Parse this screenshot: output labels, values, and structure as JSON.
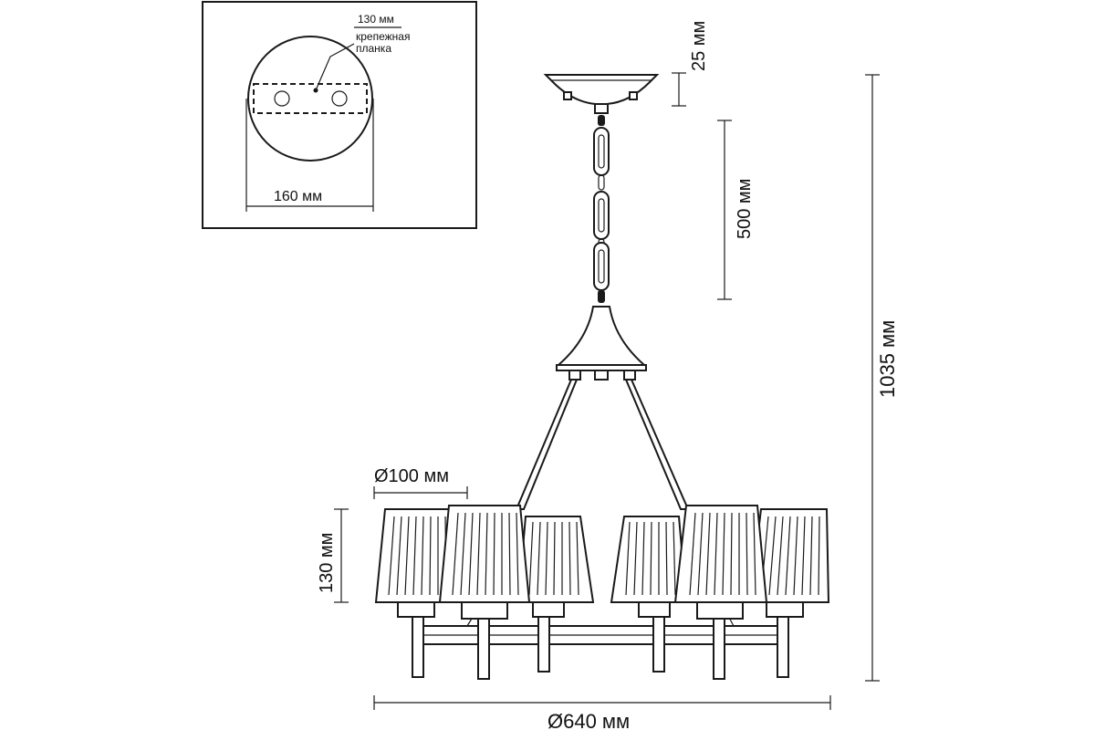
{
  "inset": {
    "plate_width_label": "130 мм",
    "plate_name_line1": "крепежная",
    "plate_name_line2": "планка",
    "canopy_diameter_label": "160 мм"
  },
  "dimensions": {
    "canopy_height": "25 мм",
    "chain_length": "500 мм",
    "total_height": "1035 мм",
    "shade_diameter": "Ø100 мм",
    "shade_height": "130 мм",
    "overall_diameter": "Ø640 мм"
  }
}
